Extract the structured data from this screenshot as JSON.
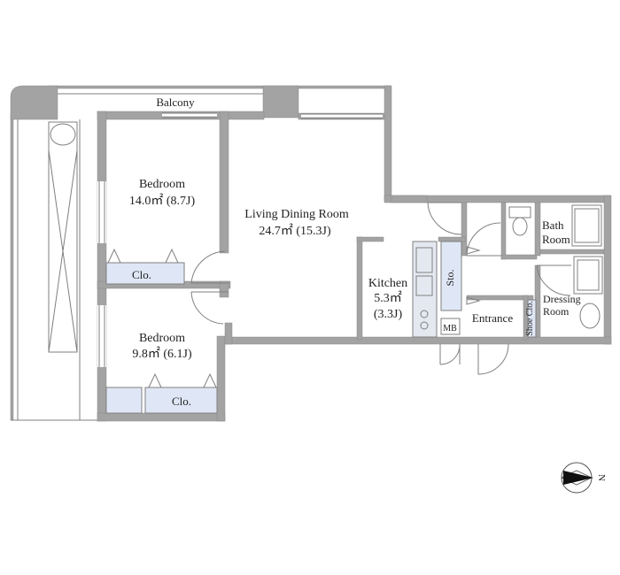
{
  "rooms": {
    "balcony": "Balcony",
    "bedroom1_name": "Bedroom",
    "bedroom1_area": "14.0㎡ (8.7J)",
    "bedroom1_closet": "Clo.",
    "bedroom2_name": "Bedroom",
    "bedroom2_area": "9.8㎡ (6.1J)",
    "bedroom2_closet": "Clo.",
    "living_name": "Living Dining Room",
    "living_area": "24.7㎡ (15.3J)",
    "kitchen_name": "Kitchen",
    "kitchen_area": "5.3㎡",
    "kitchen_j": "(3.3J)",
    "storage": "Sto.",
    "meter_box": "MB",
    "entrance": "Entrance",
    "shoe_closet": "Shoe Clo.",
    "bath_line1": "Bath",
    "bath_line2": "Room",
    "dressing_line1": "Dressing",
    "dressing_line2": "Room"
  },
  "compass": {
    "label": "N"
  },
  "colors": {
    "wall": "#a3a3a3",
    "closet": "#dfe7f6"
  }
}
